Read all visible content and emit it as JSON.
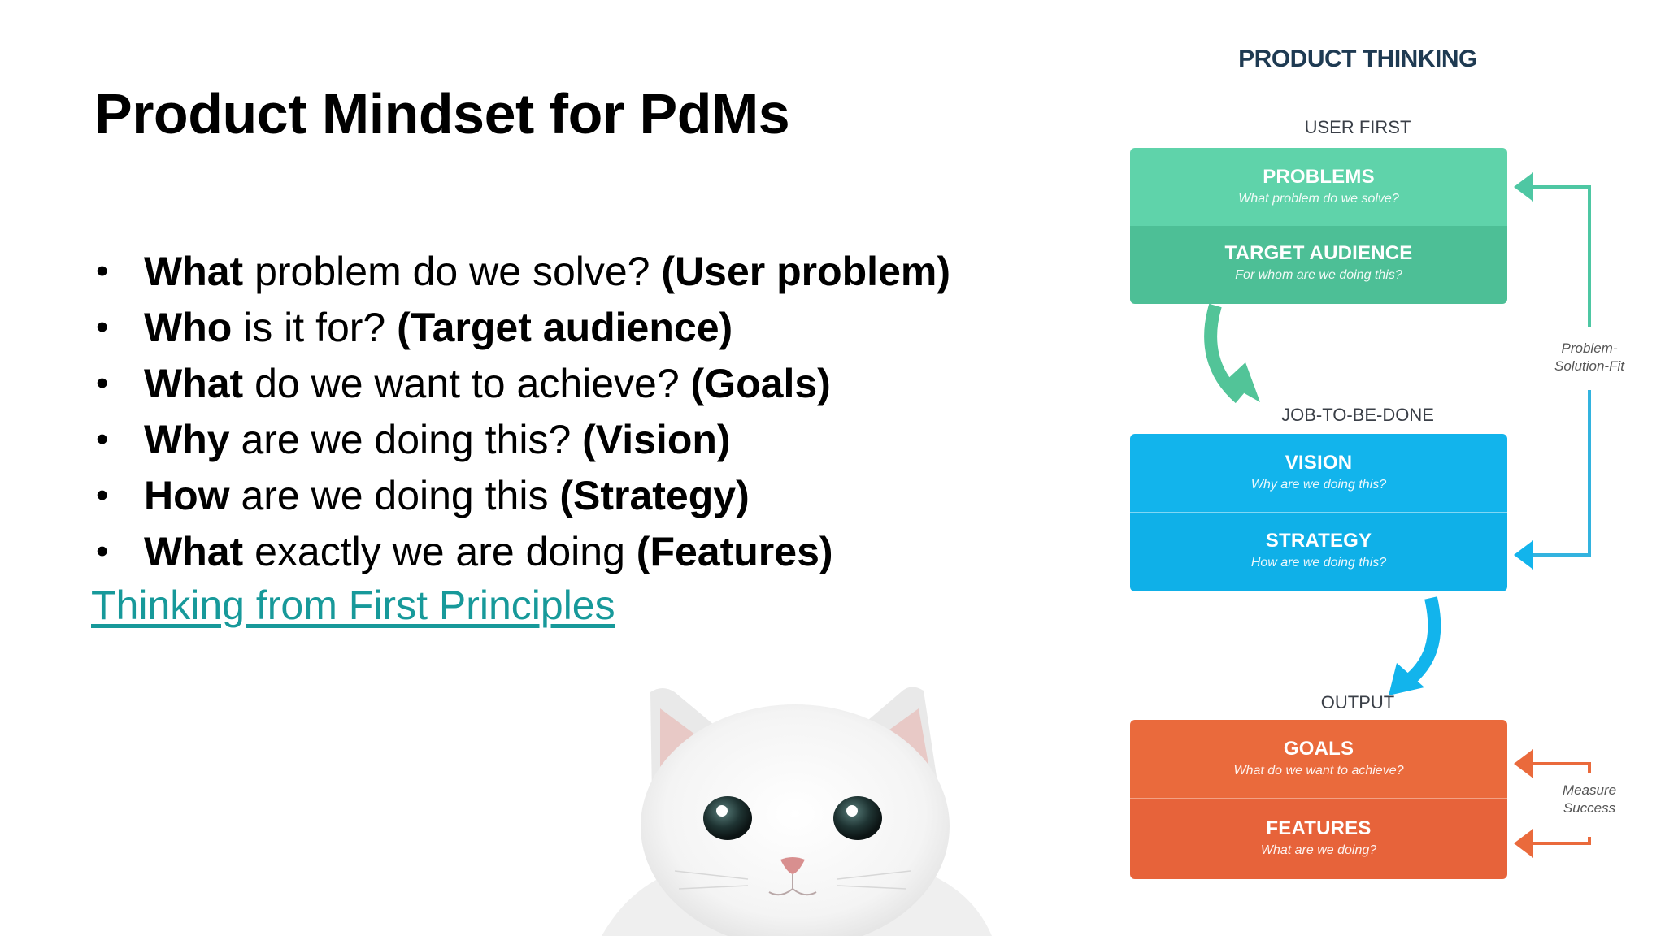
{
  "slide": {
    "title": "Product Mindset for PdMs",
    "bullets": [
      {
        "bold": "What",
        "text": " problem do we solve? ",
        "tag": "(User problem)"
      },
      {
        "bold": "Who",
        "text": " is it for? ",
        "tag": "(Target audience)"
      },
      {
        "bold": "What",
        "text": " do we want to achieve? ",
        "tag": "(Goals)"
      },
      {
        "bold": "Why",
        "text": " are we doing this? ",
        "tag": "(Vision)"
      },
      {
        "bold": "How",
        "text": " are we doing this ",
        "tag": "(Strategy)"
      },
      {
        "bold": "What",
        "text": " exactly we are doing ",
        "tag": "(Features)"
      }
    ],
    "bullet_glyph": "•",
    "link_text": "Thinking from First Principles",
    "link_color": "#17999a"
  },
  "diagram": {
    "title": "PRODUCT THINKING",
    "sections": [
      "USER FIRST",
      "JOB-TO-BE-DONE",
      "OUTPUT"
    ],
    "boxes": [
      {
        "title": "PROBLEMS",
        "subtitle": "What problem do we solve?"
      },
      {
        "title": "TARGET AUDIENCE",
        "subtitle": "For whom are we doing this?"
      },
      {
        "title": "VISION",
        "subtitle": "Why are we doing this?"
      },
      {
        "title": "STRATEGY",
        "subtitle": "How are we doing this?"
      },
      {
        "title": "GOALS",
        "subtitle": "What do we want to achieve?"
      },
      {
        "title": "FEATURES",
        "subtitle": "What are we doing?"
      }
    ],
    "side_labels": {
      "problem_solution_fit": [
        "Problem-",
        "Solution-Fit"
      ],
      "measure_success": [
        "Measure",
        "Success"
      ]
    },
    "colors": {
      "green_top": "#5fd3aa",
      "green_bottom": "#4dbf96",
      "blue_top": "#12b4ec",
      "blue_bottom": "#0fb0e8",
      "orange_top": "#ea6a3c",
      "orange_bottom": "#e7633a",
      "title": "#1e3a52"
    }
  },
  "image": {
    "subject": "white-cat-photo"
  }
}
